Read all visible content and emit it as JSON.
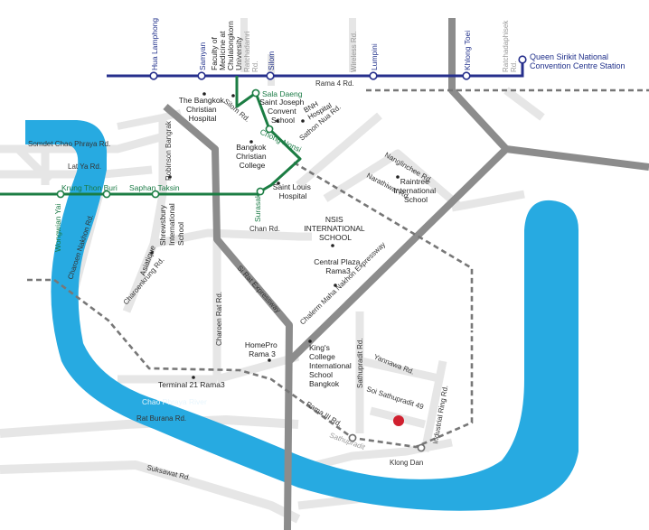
{
  "map": {
    "river_label": "Chao Phraya River",
    "colors": {
      "river": "#27aae1",
      "bts_line": "#1b7d43",
      "mrt_line": "#262f8c",
      "expressway": "#8c8c8c",
      "minor_road": "#e6e6e6",
      "rail_dashed": "#7a7a7a",
      "destination": "#d0202f"
    },
    "bts_stations": [
      {
        "id": "sala-daeng",
        "name": "Sala Daeng"
      },
      {
        "id": "chong-nonsi",
        "name": "Chong Nonsi"
      },
      {
        "id": "surasak",
        "name": "Surasak"
      },
      {
        "id": "saphan-taksin",
        "name": "Saphan Taksin"
      },
      {
        "id": "krung-thon-buri",
        "name": "Krung Thon Buri"
      },
      {
        "id": "wongwian-yai",
        "name": "Wongwian Yai"
      }
    ],
    "mrt_stations": [
      {
        "id": "hua-lamphong",
        "name": "Hua Lamphong"
      },
      {
        "id": "samyan",
        "name": "Samyan"
      },
      {
        "id": "silom",
        "name": "Silom"
      },
      {
        "id": "lumpini",
        "name": "Lumpini"
      },
      {
        "id": "khlong-toei",
        "name": "Khlong Toei"
      },
      {
        "id": "queen-sirikit",
        "name": "Queen Sirikit National Convention Centre Station"
      }
    ],
    "brt_stations": [
      {
        "id": "sathupradit",
        "name": "Sathupradit"
      },
      {
        "id": "klong-dan",
        "name": "Klong Dan"
      }
    ],
    "grey_labels": {
      "ratchadamri": "Ratchadamri Rd.",
      "wireless": "Wireless Rd.",
      "ratchadaphisek": "Ratchadaphisek Rd."
    },
    "roads": {
      "rama4": "Rama 4 Rd.",
      "silom_rd": "Silom Rd.",
      "sathon_nua": "Sathon Nua Rd.",
      "somdet": "Somdet Chao Phraya Rd.",
      "lat_ya": "Lat Ya Rd.",
      "robinson": "Robinson Bangrak",
      "charoen_nakhon": "Charoen Nakhon Rd.",
      "charoenkrung": "Charoenkrung Rd.",
      "chan": "Chan Rd.",
      "charoen_rat": "Charoen Rat Rd.",
      "sirat": "Si Rat Expressway",
      "chalerm": "Chalerm Maha Nakhon Expressway",
      "nanglinchee": "Nanglinchee Rd.",
      "narathiwat": "Narathiwat Rd.",
      "yannawa": "Yannawa Rd.",
      "sathupradit_rd": "Sathupradit Rd.",
      "soi49": "Soi Sathupradit 49",
      "industrial": "Industrial Ring Rd.",
      "rama3": "Rama III Rd.",
      "rat_burana": "Rat Burana Rd.",
      "suksawat": "Suksawat Rd."
    },
    "places": {
      "faculty": [
        "Faculty of",
        "Medicine at",
        "Chulalongkorn",
        "University"
      ],
      "bangkok_christian_hospital": [
        "The Bangkok",
        "Christian",
        "Hospital"
      ],
      "saint_joseph": [
        "Saint Joseph",
        "Convent",
        "School"
      ],
      "bnh": [
        "BNH",
        "Hospital"
      ],
      "bcc": [
        "Bangkok",
        "Christian",
        "College"
      ],
      "saint_louis": [
        "Saint Louis",
        "Hospital"
      ],
      "raintree": [
        "Raintree",
        "International",
        "School"
      ],
      "shrewsbury": [
        "Shrewsbury",
        "International",
        "School"
      ],
      "asiatique": "Asiatique",
      "nsis": [
        "NSIS",
        "INTERNATIONAL",
        "SCHOOL"
      ],
      "central": [
        "Central Plaza",
        "Rama3"
      ],
      "homepro": [
        "HomePro",
        "Rama 3"
      ],
      "kings": [
        "King's",
        "College",
        "International",
        "School",
        "Bangkok"
      ],
      "terminal21": "Terminal 21 Rama3"
    }
  }
}
